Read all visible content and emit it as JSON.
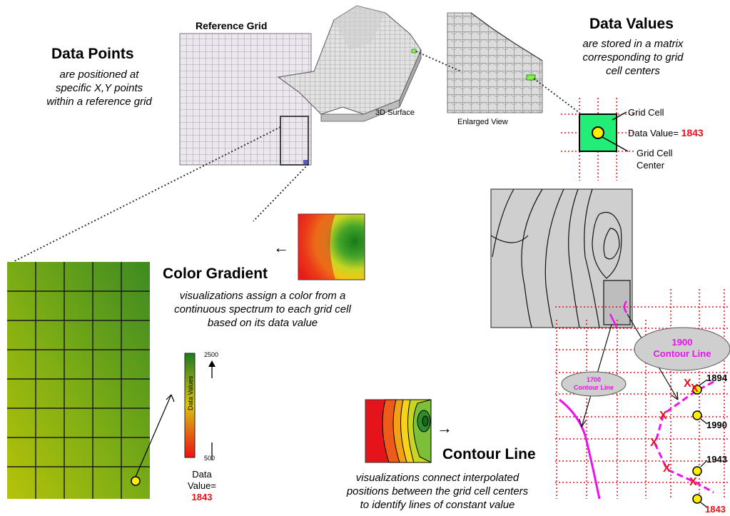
{
  "data_points": {
    "title": "Data Points",
    "desc_lines": [
      "are positioned at",
      "specific X,Y points",
      "within a reference grid"
    ]
  },
  "reference_grid": {
    "title": "Reference Grid"
  },
  "surface_3d": {
    "label": "3D Surface"
  },
  "enlarged_view": {
    "label": "Enlarged View"
  },
  "data_values": {
    "title": "Data Values",
    "desc_lines": [
      "are stored in a matrix",
      "corresponding to grid",
      "cell centers"
    ],
    "grid_cell_label": "Grid Cell",
    "data_value_prefix": "Data Value=",
    "data_value": "1843",
    "center_label_line1": "Grid  Cell",
    "center_label_line2": "Center"
  },
  "color_gradient": {
    "title": "Color Gradient",
    "desc_lines": [
      "visualizations assign a color from a",
      "continuous spectrum to each grid cell",
      "based on its data value"
    ],
    "legend_max": "2500",
    "legend_min": "500",
    "legend_axis": "Data Values",
    "data_value_prefix": "Data Value=",
    "data_value": "1843"
  },
  "contour_line": {
    "title": "Contour Line",
    "desc_lines": [
      "visualizations connect interpolated",
      "positions between the grid cell centers",
      "to identify lines of constant value"
    ],
    "ellipse_1900_value": "1900",
    "ellipse_1900_label": "Contour Line",
    "ellipse_1700_value": "1700",
    "ellipse_1700_label": "Contour Line",
    "point_values": [
      "1894",
      "1990",
      "1943",
      "1843"
    ],
    "crossing_mark": "X"
  },
  "colors": {
    "accent_red": "#e8121a",
    "contour_magenta": "#ee11ee",
    "grid_cell_green": "#22ee77",
    "point_yellow": "#ffee00"
  },
  "arrow_glyph": "←",
  "arrow_glyph_right": "→"
}
